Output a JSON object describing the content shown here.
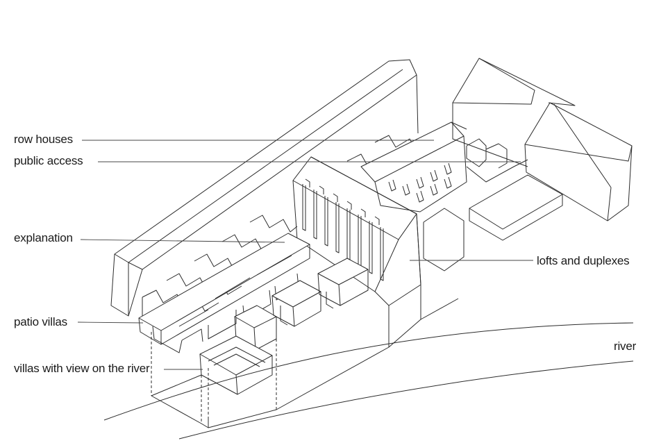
{
  "labels": {
    "row_houses": "row houses",
    "public_access": "public access",
    "explanation": "explanation",
    "patio_villas": "patio villas",
    "villas_river": "villas with view on the river",
    "lofts": "lofts and duplexes",
    "river": "river"
  },
  "colors": {
    "line": "#2b2b2b",
    "leader": "#444444",
    "background": "#ffffff"
  }
}
